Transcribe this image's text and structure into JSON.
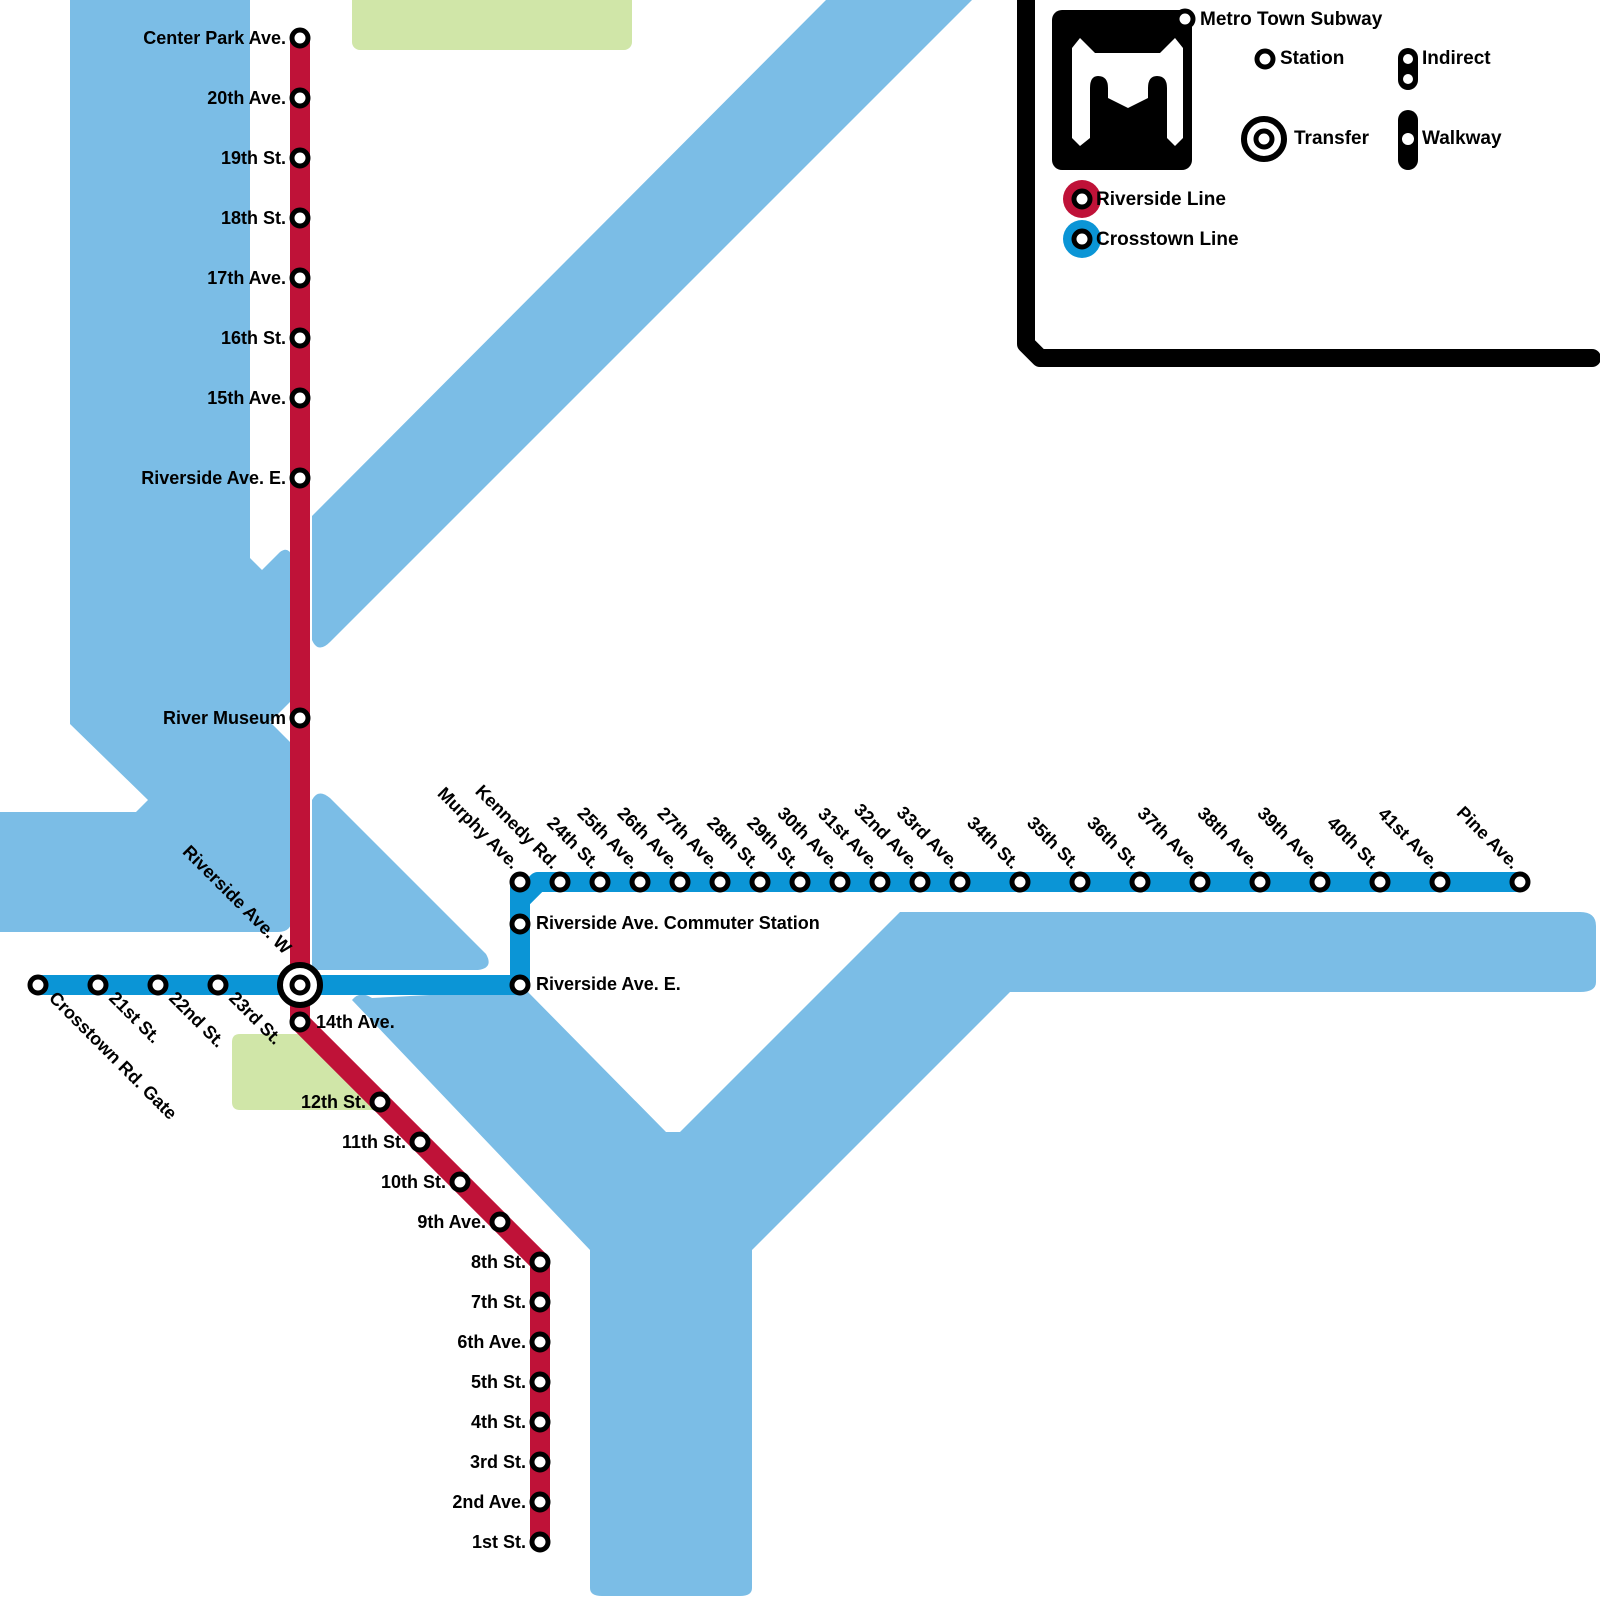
{
  "map": {
    "title": "Metro Town Subway",
    "colors": {
      "water": "#7bbde6",
      "park": "#d0e6a8",
      "riverside_line": "#bf1238",
      "crosstown_line": "#0b95d6",
      "ink": "#000000"
    }
  },
  "legend": {
    "title": "Metro Town Subway",
    "station_label": "Station",
    "indirect_label": "Indirect",
    "transfer_label": "Transfer",
    "walkway_label": "Walkway",
    "lines": [
      {
        "name": "Riverside Line",
        "color": "#bf1238"
      },
      {
        "name": "Crosstown Line",
        "color": "#0b95d6"
      }
    ]
  },
  "lines": {
    "riverside": {
      "name": "Riverside Line",
      "stations": [
        "Center Park Ave.",
        "20th Ave.",
        "19th St.",
        "18th St.",
        "17th Ave.",
        "16th St.",
        "15th Ave.",
        "Riverside Ave. E.",
        "River Museum",
        "Riverside Ave. W",
        "14th Ave.",
        "12th St.",
        "11th St.",
        "10th St.",
        "9th Ave.",
        "8th St.",
        "7th St.",
        "6th Ave.",
        "5th St.",
        "4th St.",
        "3rd St.",
        "2nd Ave.",
        "1st St."
      ]
    },
    "crosstown": {
      "name": "Crosstown Line",
      "west_stations": [
        "Crosstown Rd. Gate",
        "21st St.",
        "22nd St.",
        "23rd St."
      ],
      "transfer_station": "Riverside Ave. W",
      "spur_stations": [
        "Riverside Ave. E.",
        "Riverside Ave. Commuter Station"
      ],
      "east_stations": [
        "Murphy Ave.",
        "Kennedy Rd.",
        "24th St.",
        "25th Ave.",
        "26th Ave.",
        "27th Ave.",
        "28th St.",
        "29th St.",
        "30th Ave.",
        "31st Ave.",
        "32nd Ave.",
        "33rd Ave.",
        "34th St.",
        "35th St.",
        "36th St.",
        "37th Ave.",
        "38th Ave.",
        "39th Ave.",
        "40th St.",
        "41st Ave.",
        "Pine Ave."
      ]
    }
  }
}
